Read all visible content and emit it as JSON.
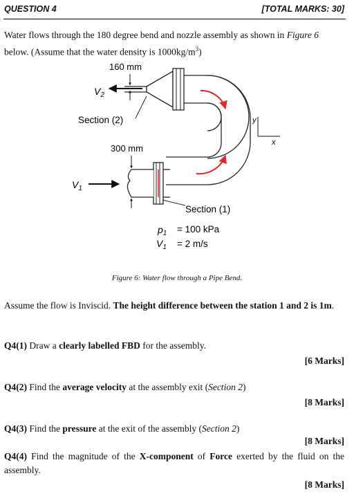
{
  "header": {
    "question": "QUESTION 4",
    "total": "[TOTAL MARKS: 30]"
  },
  "intro": {
    "text": "Water flows through the 180 degree bend and nozzle assembly as shown in ",
    "figure_ref": "Figure 6",
    "text2": " below.  (Assume that the water density is 1000kg/m",
    "sup": "3",
    "text3": ")"
  },
  "figure": {
    "d2": "160 mm",
    "v2": "V",
    "v2_sub": "2",
    "section2": "Section (2)",
    "d1": "300 mm",
    "v1": "V",
    "v1_sub": "1",
    "section1": "Section (1)",
    "p1_label": "p",
    "p1_sub": "1",
    "p1_value": "=  100 kPa",
    "v1b_label": "V",
    "v1b_sub": "1",
    "v1_value": "=  2 m/s",
    "axis_y": "y",
    "axis_x": "x",
    "caption": "Figure 6: Water flow through a Pipe Bend."
  },
  "assume": {
    "plain": "Assume the flow is Inviscid.  ",
    "bold": "The height difference between the station 1 and 2 is 1m",
    "end": "."
  },
  "q1": {
    "id": "Q4(1)",
    "t1": " Draw a ",
    "bold": "clearly labelled FBD",
    "t2": " for the assembly.",
    "marks": "[6 Marks]"
  },
  "q2": {
    "id": "Q4(2)",
    "t1": " Find the ",
    "bold": "average velocity",
    "t2": " at the assembly exit (",
    "ital": "Section 2",
    "t3": ")",
    "marks": "[8 Marks]"
  },
  "q3": {
    "id": "Q4(3)",
    "t1": " Find the ",
    "bold": "pressure",
    "t2": " at the exit of the assembly (",
    "ital": "Section 2",
    "t3": ")",
    "marks": "[8 Marks]"
  },
  "q4": {
    "id": "Q4(4)",
    "t1": " Find the magnitude of the ",
    "bold": "X-component",
    "t2": " of ",
    "bold2": "Force",
    "t3": " exerted by the fluid on the assembly.",
    "marks": "[8 Marks]"
  },
  "colors": {
    "flow_arrow": "#e8262a",
    "pipe_stroke": "#222222"
  }
}
